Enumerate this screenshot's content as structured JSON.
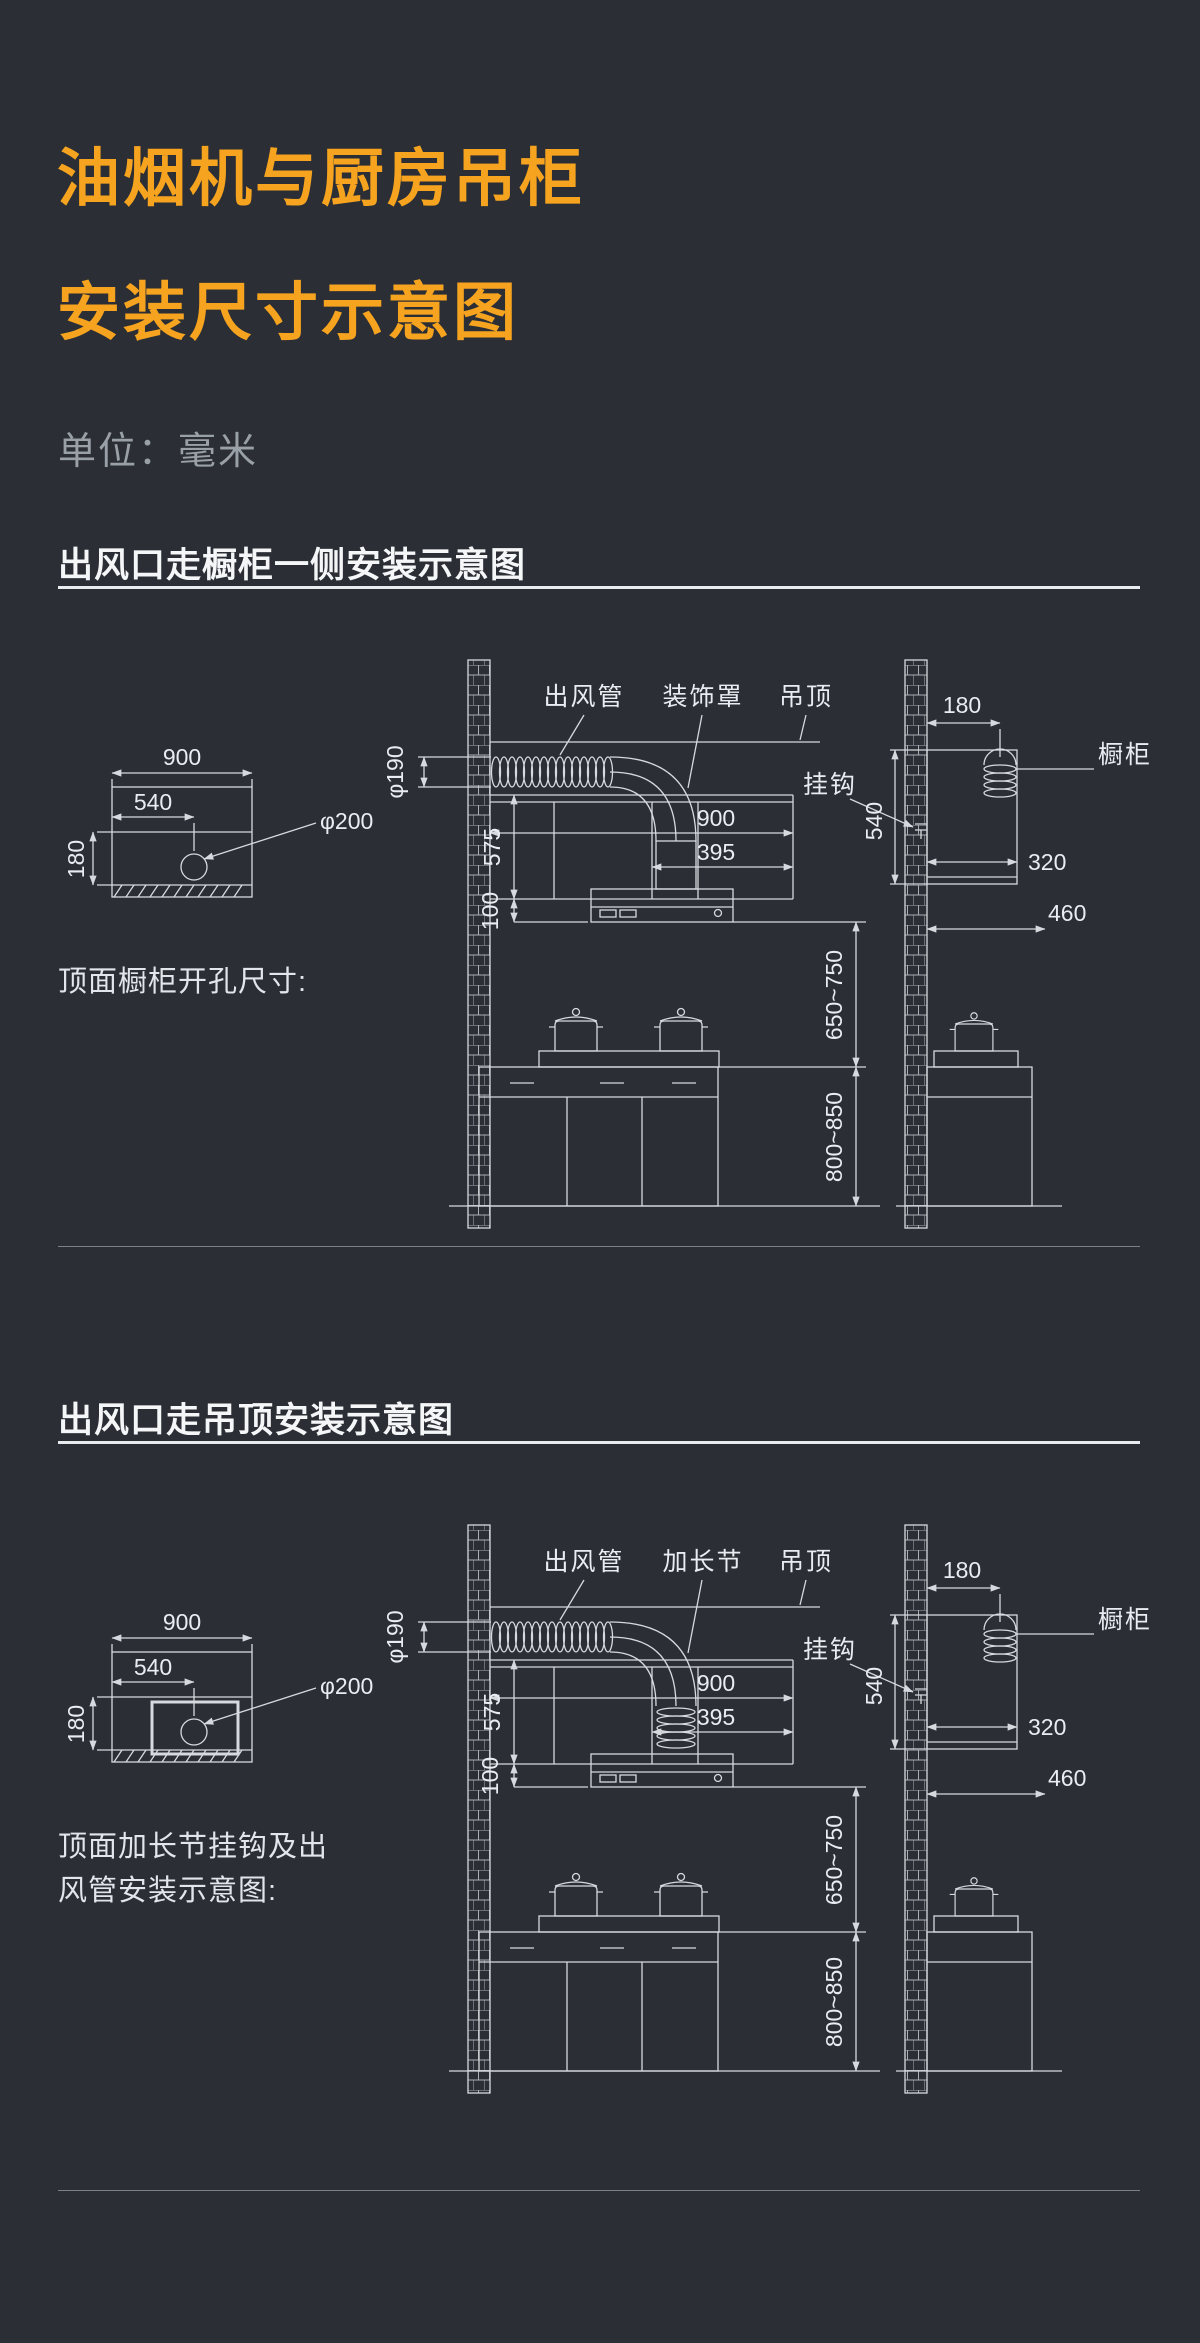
{
  "page": {
    "title_line1": "油烟机与厨房吊柜",
    "title_line2": "安装尺寸示意图",
    "unit_label": "单位：毫米"
  },
  "section1": {
    "heading": "出风口走橱柜一侧安装示意图",
    "note": "顶面橱柜开孔尺寸:",
    "labels": {
      "duct": "出风管",
      "cover": "装饰罩",
      "ceiling": "吊顶",
      "hook": "挂钩",
      "cabinet": "橱柜"
    },
    "dims": {
      "panel_width": "900",
      "hole_offset": "540",
      "panel_depth": "180",
      "hole_dia": "φ200",
      "duct_dia": "φ190",
      "wall_to_duct": "180",
      "hood_width": "900",
      "cover_width": "395",
      "hood_height": "575",
      "hood_drop": "100",
      "cabinet_depth": "320",
      "cabinet_height": "540",
      "counter_clear": "460",
      "hood_to_cooktop": "650~750",
      "counter_height": "800~850"
    }
  },
  "section2": {
    "heading": "出风口走吊顶安装示意图",
    "note_line1": "顶面加长节挂钩及出",
    "note_line2": "风管安装示意图:",
    "labels": {
      "duct": "出风管",
      "cover": "加长节",
      "ceiling": "吊顶",
      "hook": "挂钩",
      "cabinet": "橱柜"
    },
    "dims": {
      "panel_width": "900",
      "hole_offset": "540",
      "panel_depth": "180",
      "hole_dia": "φ200",
      "duct_dia": "φ190",
      "wall_to_duct": "180",
      "hood_width": "900",
      "cover_width": "395",
      "hood_height": "575",
      "hood_drop": "100",
      "cabinet_depth": "320",
      "cabinet_height": "540",
      "counter_clear": "460",
      "hood_to_cooktop": "650~750",
      "counter_height": "800~850"
    }
  }
}
